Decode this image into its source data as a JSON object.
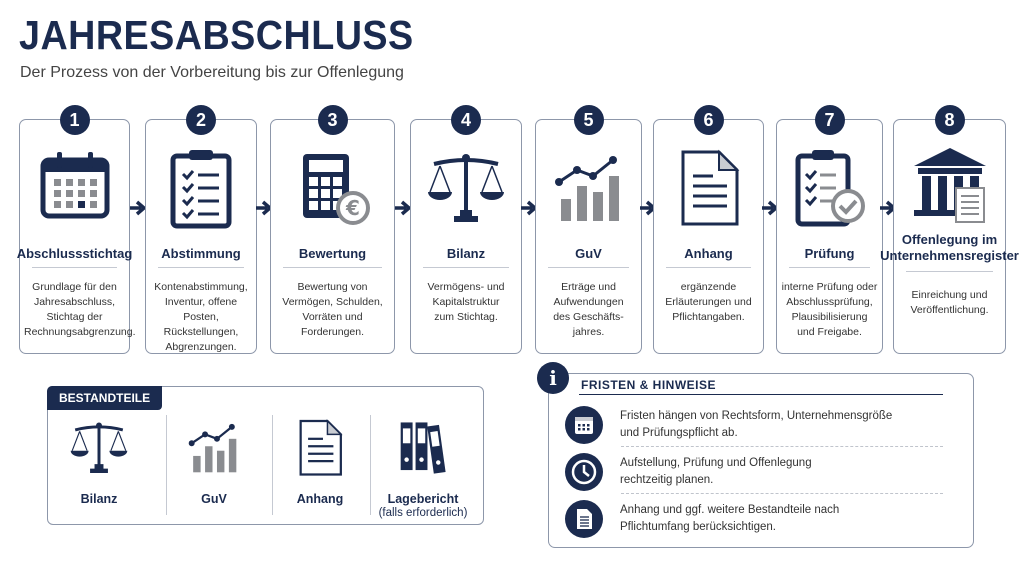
{
  "header": {
    "title": "JAHRESABSCHLUSS",
    "subtitle": "Der Prozess von der Vorbereitung bis zur Offenlegung"
  },
  "colors": {
    "navy": "#1b2b4f",
    "gray": "#8a8c90"
  },
  "steps": [
    {
      "number": "1",
      "title": "Abschlussstichtag",
      "icon": "calendar-icon",
      "desc": [
        "Grundlage für den",
        "Jahresabschluss,",
        "Stichtag der",
        "Rechnungsabgrenzung."
      ]
    },
    {
      "number": "2",
      "title": "Abstimmung",
      "icon": "clipboard-checklist-icon",
      "desc": [
        "Kontenabstimmung,",
        "Inventur, offene",
        "Posten, Rückstellungen,",
        "Abgrenzungen."
      ]
    },
    {
      "number": "3",
      "title": "Bewertung",
      "icon": "calculator-euro-icon",
      "desc": [
        "Bewertung von",
        "Vermögen, Schulden,",
        "Vorräten und",
        "Forderungen."
      ]
    },
    {
      "number": "4",
      "title": "Bilanz",
      "icon": "scales-icon",
      "desc": [
        "Vermögens- und",
        "Kapitalstruktur",
        "zum Stichtag."
      ]
    },
    {
      "number": "5",
      "title": "GuV",
      "icon": "bar-line-chart-icon",
      "desc": [
        "Erträge und",
        "Aufwendungen",
        "des Geschäfts-",
        "jahres."
      ]
    },
    {
      "number": "6",
      "title": "Anhang",
      "icon": "document-icon",
      "desc": [
        "ergänzende",
        "Erläuterungen und",
        "Pflichtangaben."
      ]
    },
    {
      "number": "7",
      "title": "Prüfung",
      "icon": "clipboard-check-icon",
      "desc": [
        "interne Prüfung oder",
        "Abschlussprüfung,",
        "Plausibilisierung",
        "und Freigabe."
      ]
    },
    {
      "number": "8",
      "title": "Offenlegung im Unternehmensregister",
      "icon": "institution-icon",
      "desc": [
        "Einreichung und",
        "Veröffentlichung."
      ]
    }
  ],
  "components": {
    "title": "BESTANDTEILE",
    "items": [
      {
        "label": "Bilanz",
        "sub": "",
        "icon": "scales-icon"
      },
      {
        "label": "GuV",
        "sub": "",
        "icon": "bar-line-chart-icon"
      },
      {
        "label": "Anhang",
        "sub": "",
        "icon": "document-icon"
      },
      {
        "label": "Lagebericht",
        "sub": "(falls erforderlich)",
        "icon": "binders-icon"
      }
    ]
  },
  "notes": {
    "title": "FRISTEN & HINWEISE",
    "icon": "info-icon",
    "info_glyph": "i",
    "items": [
      {
        "icon": "calendar-icon",
        "lines": [
          "Fristen hängen von Rechtsform, Unternehmensgröße",
          "und Prüfungspflicht ab."
        ]
      },
      {
        "icon": "clock-icon",
        "lines": [
          "Aufstellung, Prüfung und Offenlegung",
          "rechtzeitig planen."
        ]
      },
      {
        "icon": "document-icon",
        "lines": [
          "Anhang und ggf. weitere Bestandteile nach",
          "Pflichtumfang berücksichtigen."
        ]
      }
    ]
  }
}
